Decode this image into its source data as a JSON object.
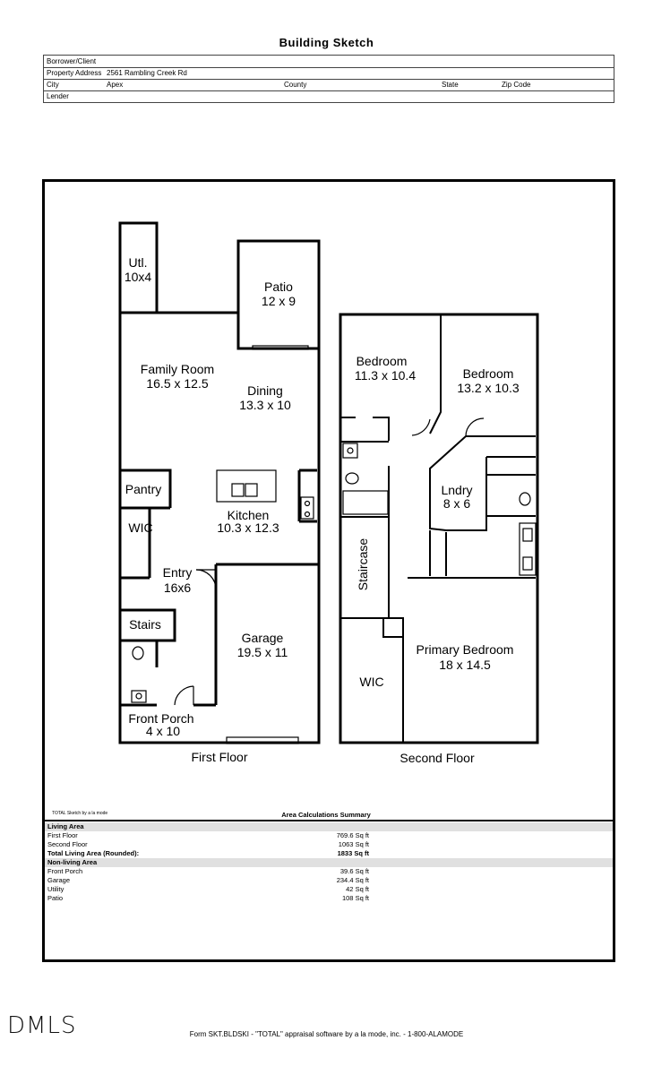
{
  "title": "Building Sketch",
  "header": {
    "borrower_label": "Borrower/Client",
    "address_label": "Property Address",
    "address_value": "2561 Rambling Creek Rd",
    "city_label": "City",
    "city_value": "Apex",
    "county_label": "County",
    "state_label": "State",
    "zip_label": "Zip Code",
    "lender_label": "Lender"
  },
  "rooms": {
    "utl_name": "Utl.",
    "utl_size": "10x4",
    "patio_name": "Patio",
    "patio_size": "12 x 9",
    "family_name": "Family Room",
    "family_size": "16.5 x 12.5",
    "dining_name": "Dining",
    "dining_size": "13.3 x 10",
    "pantry": "Pantry",
    "wic1": "WIC",
    "kitchen_name": "Kitchen",
    "kitchen_size": "10.3 x 12.3",
    "entry_name": "Entry",
    "entry_size": "16x6",
    "stairs": "Stairs",
    "garage_name": "Garage",
    "garage_size": "19.5 x 11",
    "porch_name": "Front Porch",
    "porch_size": "4 x 10",
    "bed1_name": "Bedroom",
    "bed1_size": "11.3 x 10.4",
    "bed2_name": "Bedroom",
    "bed2_size": "13.2 x 10.3",
    "lndry_name": "Lndry",
    "lndry_size": "8 x 6",
    "staircase": "Staircase",
    "primary_name": "Primary Bedroom",
    "primary_size": "18 x 14.5",
    "wic2": "WIC",
    "first_floor": "First Floor",
    "second_floor": "Second Floor"
  },
  "sketch_credit": "TOTAL Sketch by a la mode",
  "summary_title": "Area Calculations Summary",
  "living": {
    "header": "Living Area",
    "rows": [
      {
        "label": "First Floor",
        "value": "769.6 Sq ft"
      },
      {
        "label": "Second Floor",
        "value": "1063 Sq ft"
      },
      {
        "label": "Total Living Area (Rounded):",
        "value": "1833 Sq ft"
      }
    ]
  },
  "nonliving": {
    "header": "Non-living Area",
    "rows": [
      {
        "label": "Front Porch",
        "value": "39.6 Sq ft"
      },
      {
        "label": "Garage",
        "value": "234.4 Sq ft"
      },
      {
        "label": "Utility",
        "value": "42 Sq ft"
      },
      {
        "label": "Patio",
        "value": "108 Sq ft"
      }
    ]
  },
  "logo": "DMLS",
  "footer": "Form SKT.BLDSKI - \"TOTAL\" appraisal software by a la mode, inc. - 1-800-ALAMODE"
}
